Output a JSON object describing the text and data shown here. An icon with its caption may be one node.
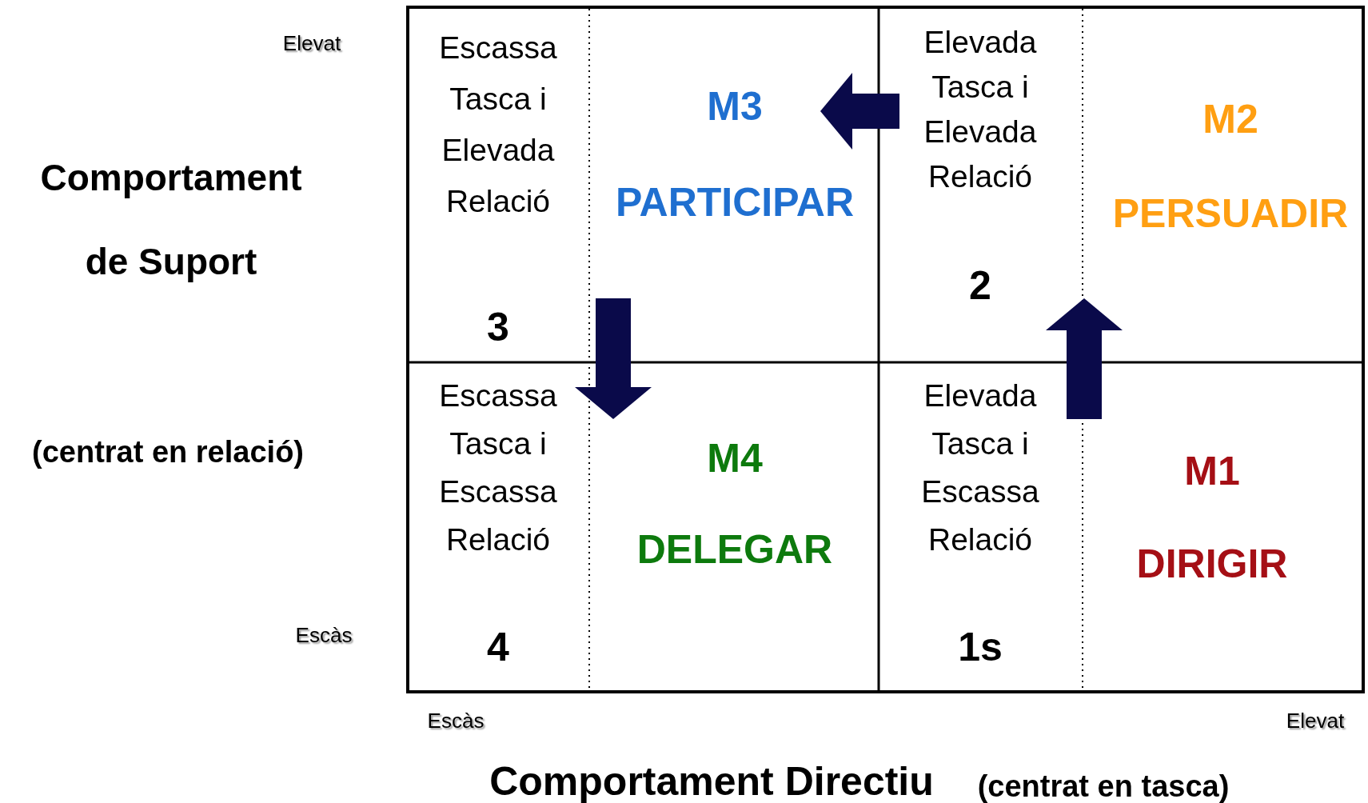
{
  "diagram": {
    "nodes": [
      {
        "text": [
          "Escassa Tasca i Elevada Relació",
          "3",
          "M3",
          "PARTICIPAR"
        ]
      },
      {
        "text": [
          "Elevada Tasca i Elevada Relació",
          "2",
          "M2",
          "PERSUADIR"
        ]
      },
      {
        "text": [
          "Escassa Tasca i Escassa Relació",
          "4",
          "M4",
          "DELEGAR"
        ]
      },
      {
        "text": [
          "Elevada Tasca i Escassa Relació",
          "1s",
          "M1",
          "DIRIGIR"
        ]
      }
    ],
    "edges": [
      {
        "from": 3,
        "to": 1,
        "arrow": "to"
      },
      {
        "from": 1,
        "to": 0,
        "arrow": "to"
      },
      {
        "from": 0,
        "to": 2,
        "arrow": "to"
      }
    ],
    "labels": [
      "Comportament de Suport",
      "(centrat en relació)",
      "Elevat",
      "Escàs",
      "Escàs",
      "Elevat",
      "Comportament Directiu",
      "(centrat en tasca)"
    ]
  }
}
